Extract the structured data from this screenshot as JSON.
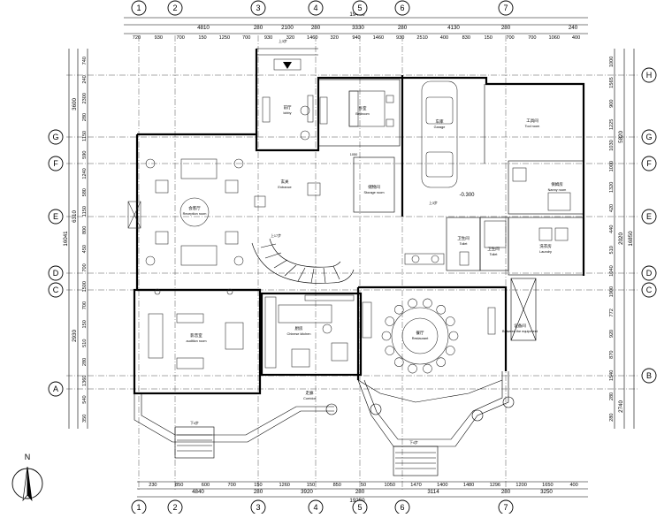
{
  "axes": {
    "columns": [
      "1",
      "2",
      "3",
      "4",
      "5",
      "6",
      "7"
    ],
    "rows": [
      "H",
      "G",
      "F",
      "E",
      "D",
      "C",
      "B",
      "A"
    ]
  },
  "dims": {
    "top_total": "19440",
    "top_mid": [
      "4810",
      "2100",
      "3330",
      "4130",
      "240"
    ],
    "top_mid_small": [
      "280",
      "280",
      "280",
      "280"
    ],
    "top_detail": [
      "720",
      "930",
      "700",
      "150",
      "1250",
      "700",
      "930",
      "320",
      "1460",
      "320",
      "940",
      "1460",
      "930",
      "2510",
      "400",
      "830",
      "150",
      "700",
      "700",
      "1060",
      "400"
    ],
    "bottom_total": "19250",
    "bottom_mid": [
      "4840",
      "3920",
      "3114",
      "3250"
    ],
    "bottom_mid_small": [
      "280",
      "280",
      "280"
    ],
    "bottom_detail": [
      "230",
      "850",
      "600",
      "700",
      "150",
      "1260",
      "150",
      "850",
      "50",
      "1050",
      "1470",
      "1400",
      "1480",
      "1296",
      "1200",
      "1650",
      "400"
    ],
    "left_total": "16041",
    "left_mid": [
      "3600",
      "6310",
      "2930"
    ],
    "left_detail": [
      "740",
      "240",
      "2300",
      "280",
      "1150",
      "590",
      "1240",
      "580",
      "1150",
      "800",
      "450",
      "700",
      "1500",
      "700",
      "150",
      "510",
      "280",
      "1360",
      "540",
      "350"
    ],
    "right_total": "16850",
    "right_mid": [
      "5820",
      "2020",
      "2740"
    ],
    "right_detail": [
      "1000",
      "1565",
      "900",
      "1225",
      "1030",
      "1000",
      "1320",
      "420",
      "440",
      "510",
      "1040",
      "1900",
      "772",
      "920",
      "870",
      "1540",
      "280",
      "280"
    ]
  },
  "rooms": [
    {
      "id": "lobby",
      "cn": "前厅",
      "en": "lobby"
    },
    {
      "id": "bedroom",
      "cn": "卧室",
      "en": "Bedroom"
    },
    {
      "id": "garage",
      "cn": "车库",
      "en": "Garage"
    },
    {
      "id": "tool",
      "cn": "工具间",
      "en": "Tool room"
    },
    {
      "id": "reception",
      "cn": "会客厅",
      "en": "Reception room"
    },
    {
      "id": "entrance",
      "cn": "玄关",
      "en": "Entrance"
    },
    {
      "id": "storage",
      "cn": "储物间",
      "en": "Storage room"
    },
    {
      "id": "nanny",
      "cn": "保姆房",
      "en": "Nanny room"
    },
    {
      "id": "toilet",
      "cn": "卫生间",
      "en": "Toilet"
    },
    {
      "id": "bath2",
      "cn": "卫生间",
      "en": "Toilet"
    },
    {
      "id": "laundry",
      "cn": "洗衣房",
      "en": "Laundry"
    },
    {
      "id": "audition",
      "cn": "影音室",
      "en": "audition room"
    },
    {
      "id": "kitchen",
      "cn": "厨房",
      "en": "Chinese kitchen"
    },
    {
      "id": "restaurant",
      "cn": "餐厅",
      "en": "Restaurant"
    },
    {
      "id": "equipment",
      "cn": "设备间",
      "en": "Between the equipment"
    },
    {
      "id": "corridor",
      "cn": "走廊",
      "en": "Corridor"
    }
  ],
  "labels": {
    "level": "-0.300",
    "up1": "上3步",
    "up2": "上3步",
    "up3": "下4步",
    "up4": "下4步",
    "stair_up": "上17步",
    "mark_1050": "1050",
    "north": "N"
  }
}
